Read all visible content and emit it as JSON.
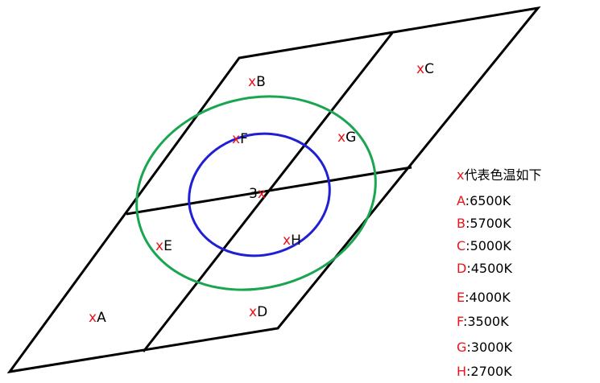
{
  "marker": "x",
  "colors": {
    "marker": "#e8141b",
    "outline": "#000000",
    "outer_ring": "#1aa550",
    "inner_ring": "#1f1fd6"
  },
  "points": {
    "A": {
      "marker": "x",
      "name": "A"
    },
    "B": {
      "marker": "x",
      "name": "B"
    },
    "C": {
      "marker": "x",
      "name": "C"
    },
    "D": {
      "marker": "x",
      "name": "D"
    },
    "E": {
      "marker": "x",
      "name": "E"
    },
    "F": {
      "marker": "x",
      "name": "F"
    },
    "G": {
      "marker": "x",
      "name": "G"
    },
    "H": {
      "marker": "x",
      "name": "H"
    },
    "center": {
      "number": "3",
      "marker": "x"
    }
  },
  "legend": {
    "title_marker": "x",
    "title_text": "代表色温如下",
    "items": [
      {
        "key": "A",
        "value": ":6500K"
      },
      {
        "key": "B",
        "value": ":5700K"
      },
      {
        "key": "C",
        "value": ":5000K"
      },
      {
        "key": "D",
        "value": ":4500K"
      },
      {
        "key": "E",
        "value": ":4000K"
      },
      {
        "key": "F",
        "value": ":3500K"
      },
      {
        "key": "G",
        "value": ":3000K"
      },
      {
        "key": "H",
        "value": ":2700K"
      }
    ]
  }
}
